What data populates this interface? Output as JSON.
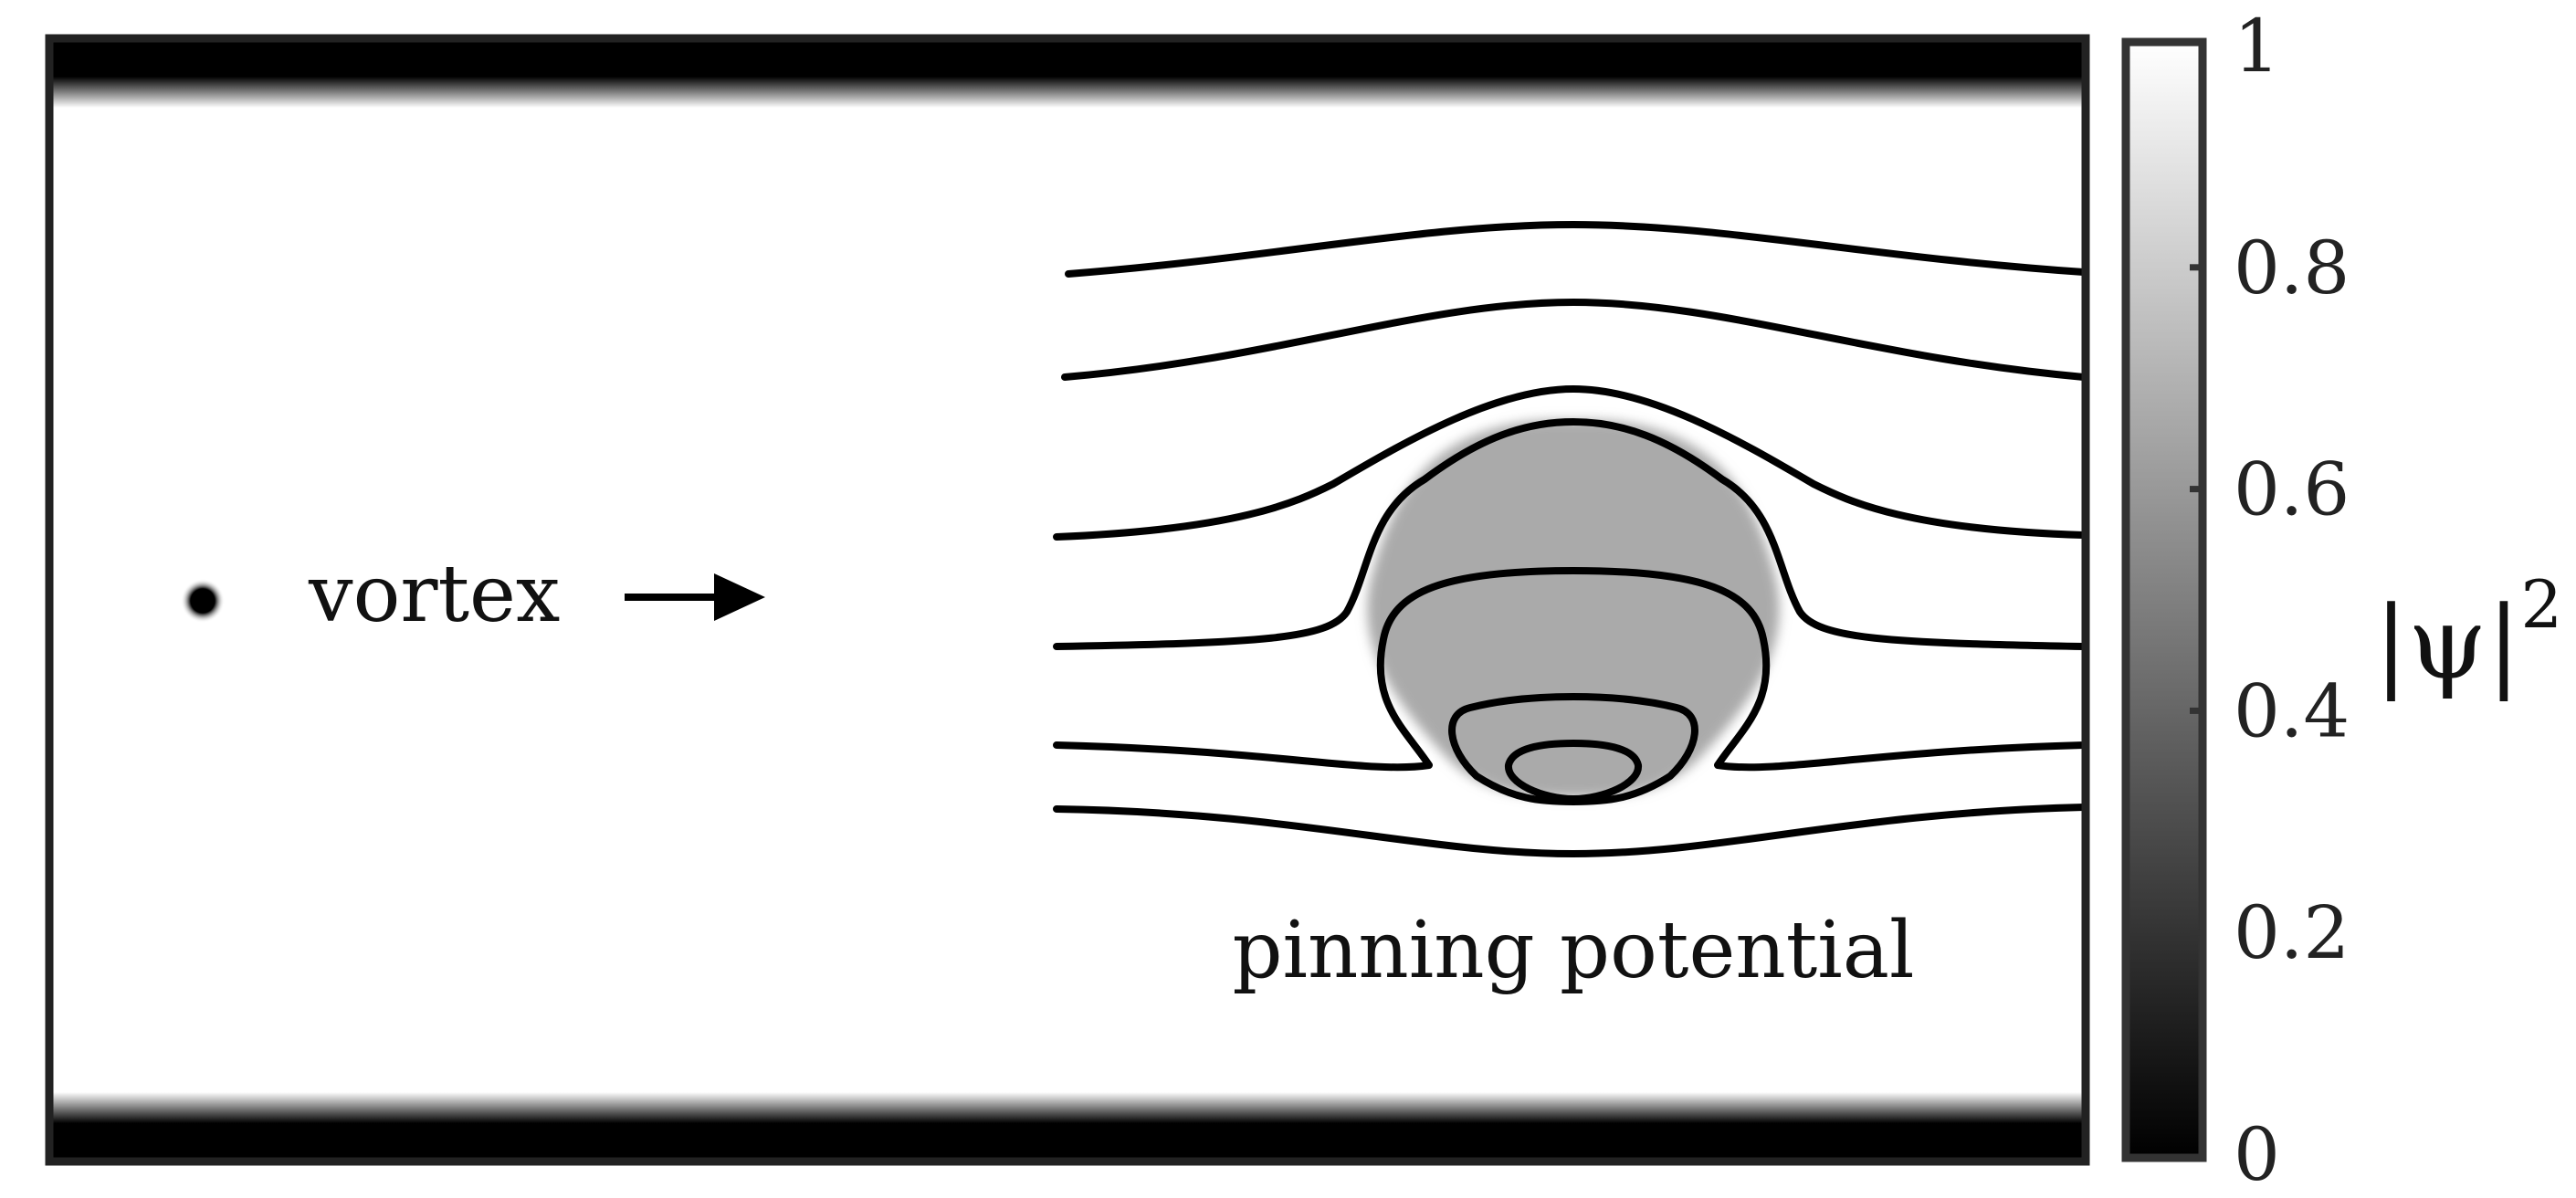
{
  "labels": {
    "vortex": "vortex",
    "pinning": "pinning potential"
  },
  "colorbar": {
    "label_base": "|ψ|",
    "label_exp": "2",
    "ticks": [
      "1",
      "0.8",
      "0.6",
      "0.4",
      "0.2",
      "0"
    ],
    "range": [
      0,
      1
    ],
    "colormap": "gray"
  },
  "colors": {
    "frame": "#222222",
    "boundary": "#000000",
    "domain": "#ffffff",
    "pin": "#aaaaaa",
    "contour": "#000000"
  }
}
